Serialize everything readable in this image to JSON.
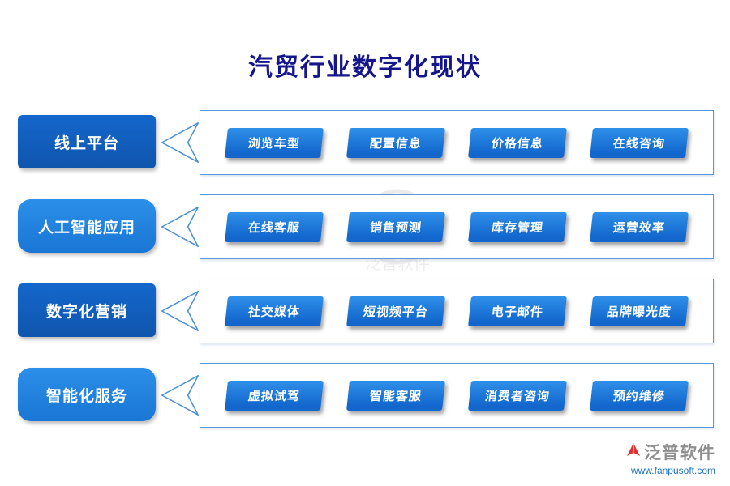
{
  "title": "汽贸行业数字化现状",
  "rows": [
    {
      "label": "线上平台",
      "style": "dark",
      "items": [
        "浏览车型",
        "配置信息",
        "价格信息",
        "在线咨询"
      ]
    },
    {
      "label": "人工智能应用",
      "style": "light",
      "items": [
        "在线客服",
        "销售预测",
        "库存管理",
        "运营效率"
      ]
    },
    {
      "label": "数字化营销",
      "style": "dark",
      "items": [
        "社交媒体",
        "短视频平台",
        "电子邮件",
        "品牌曝光度"
      ]
    },
    {
      "label": "智能化服务",
      "style": "light",
      "items": [
        "虚拟试驾",
        "智能客服",
        "消费者咨询",
        "预约维修"
      ]
    }
  ],
  "footer": {
    "brand": "泛普软件",
    "url": "www.fanpusoft.com"
  },
  "colors": {
    "title": "#15158c",
    "label_dark": "#1160be",
    "label_light": "#2385e2",
    "button_top": "#2f90e9",
    "button_bottom": "#1266cc",
    "container_border": "#5b97d9",
    "brand_gray": "#8f8f8f",
    "brand_red": "#e03030",
    "url_blue": "#1a73c8"
  }
}
